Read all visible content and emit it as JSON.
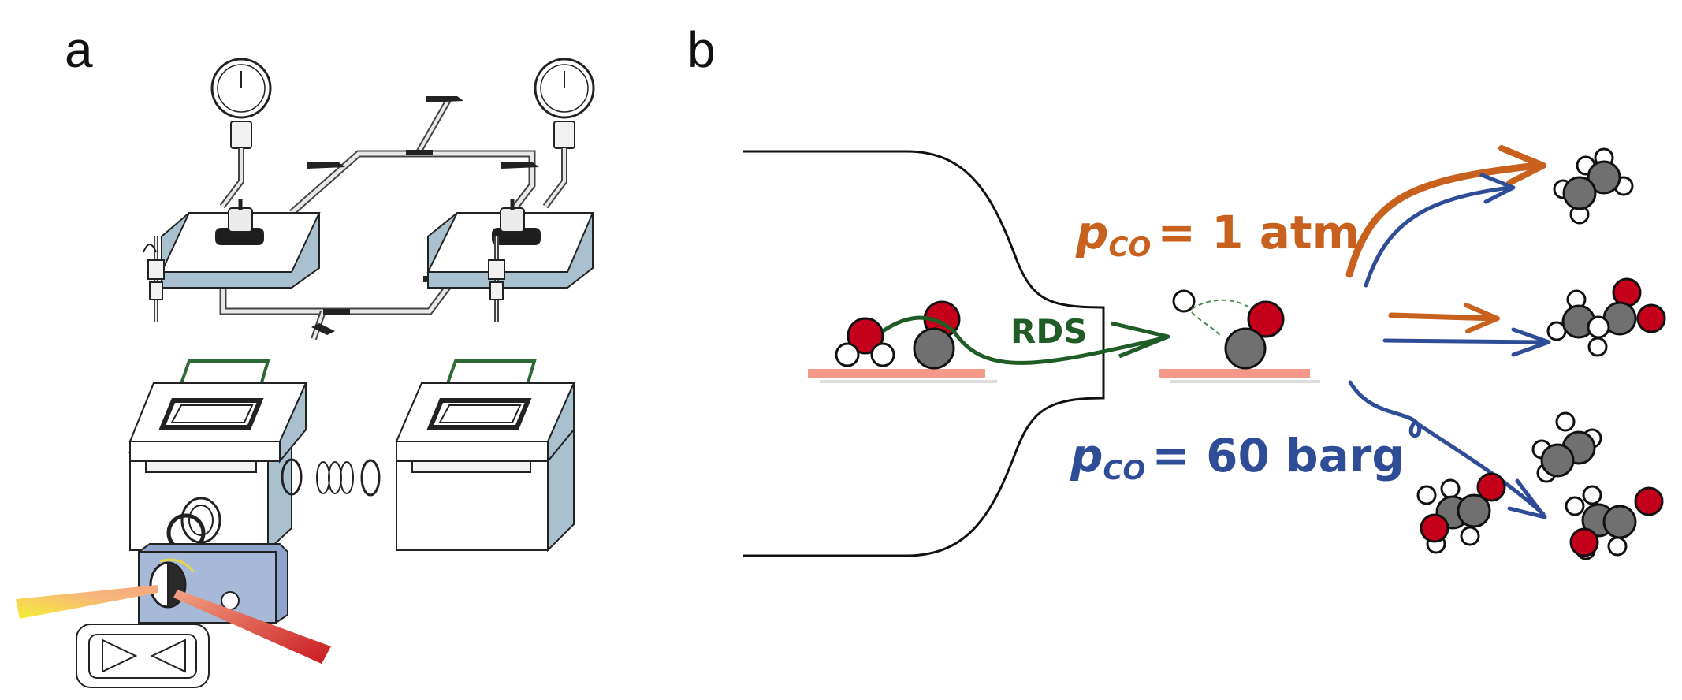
{
  "panels": {
    "a": {
      "label": "a"
    },
    "b": {
      "label": "b"
    }
  },
  "reaction": {
    "rds_label": "RDS",
    "low_pressure": {
      "p": "p",
      "sub": "CO",
      "value": "= 1 atm",
      "color": "#c8601e"
    },
    "high_pressure": {
      "p": "p",
      "sub": "CO",
      "value": "= 60 barg",
      "color": "#2f4d97"
    },
    "rds_color": "#1f5c26"
  },
  "colors": {
    "oxygen": "#c4001a",
    "carbon": "#707070",
    "hydrogen": "#ffffff",
    "surface": "#f4998a",
    "cell_wall": "#b7c9d3",
    "window_frame": "#2e6a35",
    "source_beam": "#f2e63c",
    "detector_beam": "#d0301e",
    "mount": "#8fa4cc"
  }
}
